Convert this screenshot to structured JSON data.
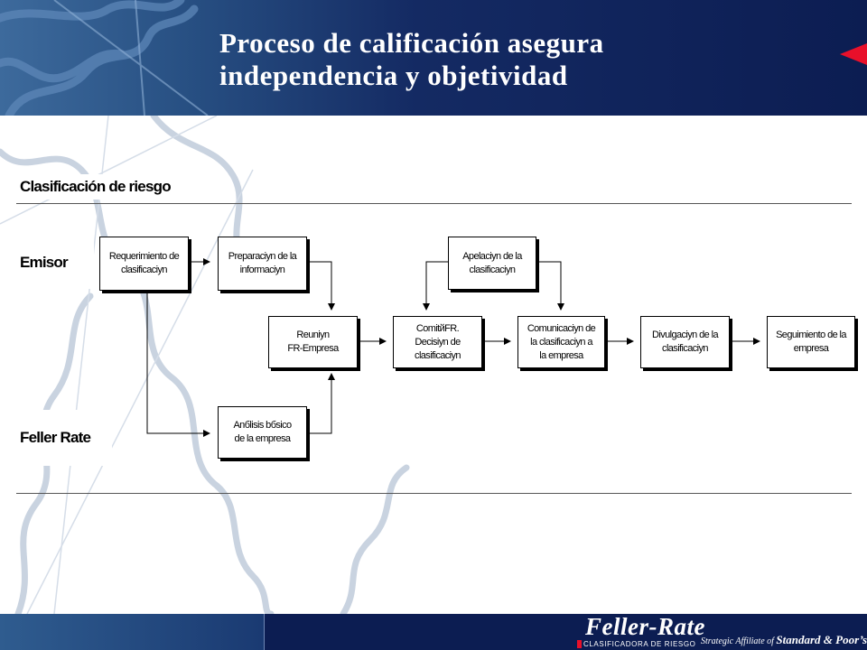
{
  "title": {
    "line1": "Proceso de calificación asegura",
    "line2": "independencia y objetividad"
  },
  "diagram": {
    "section_title": "Clasificación de riesgo",
    "rows": {
      "emisor": "Emisor",
      "feller_rate": "Feller Rate"
    },
    "boxes": {
      "requerimiento": [
        "Requerimiento de",
        "clasificaciyn"
      ],
      "preparacion": [
        "Preparaciyn de la",
        "informaciyn"
      ],
      "apelacion": [
        "Apelaciyn de la",
        "clasificaciyn"
      ],
      "reunion": [
        "Reuniyn",
        "FR-Empresa"
      ],
      "comite": [
        "ComitйFR.",
        "Decisiyn de",
        "clasificaciyn"
      ],
      "comunicacion": [
        "Comunicaciyn de",
        "la clasificaciyn a",
        "la empresa"
      ],
      "divulgacion": [
        "Divulgaciyn de la",
        "clasificaciyn"
      ],
      "seguimiento": [
        "Seguimiento de la",
        "empresa"
      ],
      "analisis": [
        "Anбlisis bбsico",
        "de la empresa"
      ]
    }
  },
  "footer": {
    "logo": "Feller-Rate",
    "logo_sub": "CLASIFICADORA DE RIESGO",
    "affiliate_prefix": "Strategic Affiliate of",
    "affiliate_name": "Standard & Poor’s"
  },
  "colors": {
    "header_dark": "#0c1d52",
    "header_light": "#3d6a9c",
    "accent_red": "#e8102a",
    "map_lines": "#c9d3e0"
  },
  "icons": {
    "nav_arrow": "left-triangle-arrow-icon"
  }
}
